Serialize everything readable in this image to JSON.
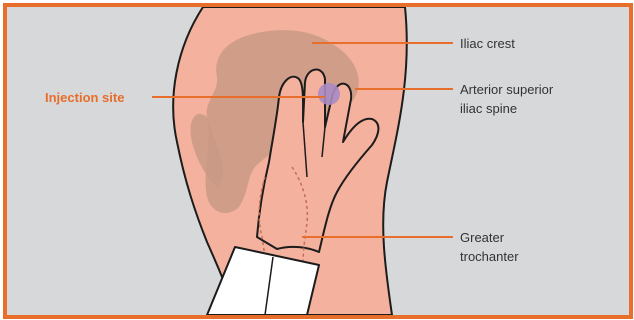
{
  "diagram": {
    "labels": {
      "injection_site": "Injection site",
      "iliac_crest": "Iliac crest",
      "asis_line1": "Arterior superior",
      "asis_line2": "iliac spine",
      "greater_trochanter_line1": "Greater",
      "greater_trochanter_line2": "trochanter"
    },
    "colors": {
      "frame": "#e86e2b",
      "background": "#d7d8da",
      "skin": "#f4b19d",
      "bone": "#c99a86",
      "injection_dot": "#a98bc4",
      "leader_line": "#e86e2b",
      "outline": "#1c1c1c"
    }
  }
}
